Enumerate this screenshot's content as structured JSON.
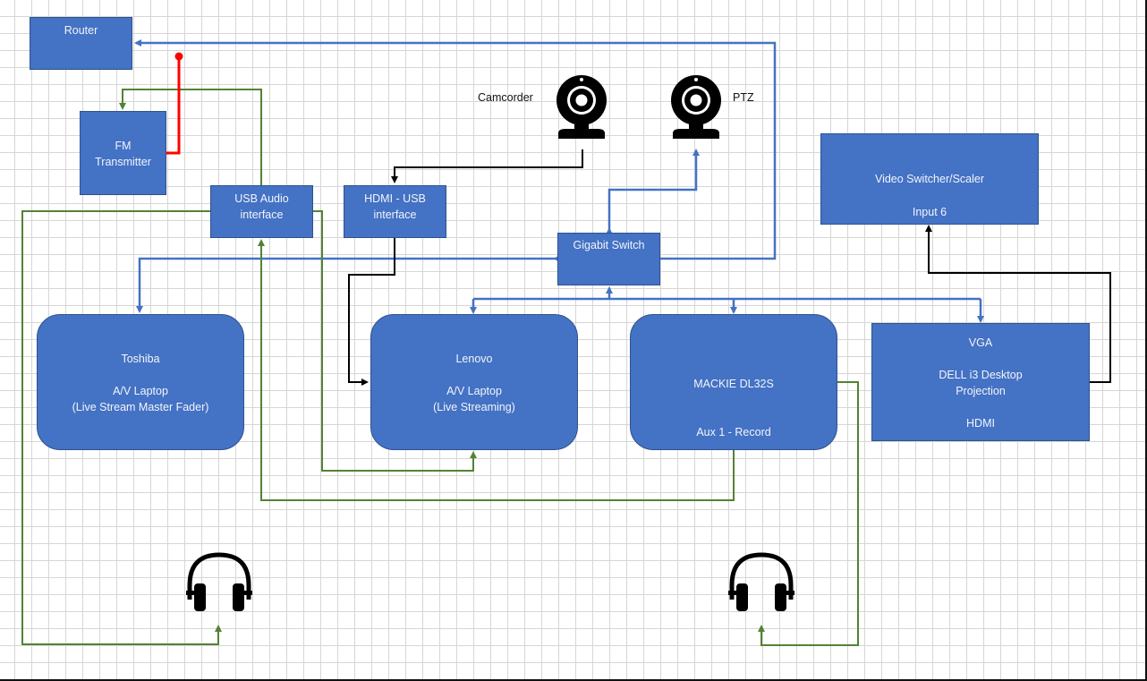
{
  "colors": {
    "node_fill": "#4472c4",
    "network_link": "#4472c4",
    "audio_link": "#548235",
    "video_link": "#000000",
    "rf_link": "#ff0000"
  },
  "nodes": {
    "router": {
      "line1": "Router"
    },
    "fm_transmitter": {
      "line1": "FM",
      "line2": "Transmitter"
    },
    "usb_audio": {
      "line1": "USB Audio",
      "line2": "interface"
    },
    "hdmi_usb": {
      "line1": "HDMI - USB",
      "line2": "interface"
    },
    "gigabit_switch": {
      "line1": "Gigabit Switch"
    },
    "video_switcher": {
      "line1": "Video Switcher/Scaler",
      "line2": "Input 6"
    },
    "toshiba": {
      "line1": "Toshiba",
      "line2": "A/V Laptop",
      "line3": "(Live Stream Master Fader)"
    },
    "lenovo": {
      "line1": "Lenovo",
      "line2": "A/V Laptop",
      "line3": "(Live Streaming)"
    },
    "mackie": {
      "line1": "MACKIE DL32S",
      "line2": "Aux 1 - Record"
    },
    "dell": {
      "line1": "VGA",
      "line2": "DELL i3 Desktop",
      "line3": "Projection",
      "line4": "HDMI"
    }
  },
  "labels": {
    "camcorder": "Camcorder",
    "ptz": "PTZ"
  },
  "icons": {
    "camcorder": "webcam-icon",
    "ptz": "webcam-icon",
    "headphones_left": "headphones-icon",
    "headphones_right": "headphones-icon"
  }
}
